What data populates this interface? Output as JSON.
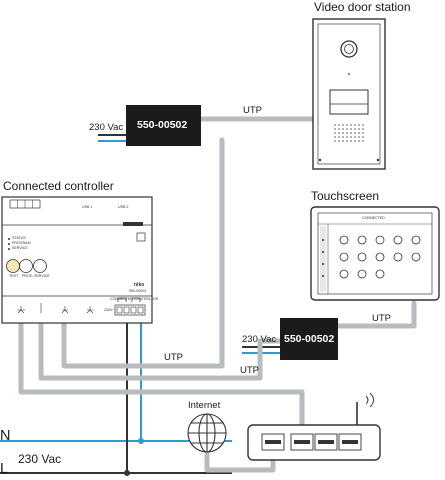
{
  "labels": {
    "video_door_station": "Video door station",
    "connected_controller": "Connected controller",
    "touchscreen": "Touchscreen",
    "internet": "Internet",
    "utp": "UTP",
    "vac_230": "230 Vac",
    "neutral": "N",
    "live": "L"
  },
  "psu": {
    "code": "550-00502"
  },
  "controller": {
    "header": "CONNECTED CONTROLLER",
    "usb1": "USB 1",
    "usb2": "USB 2",
    "leds": [
      "STATUS",
      "PROGRAM",
      "SERVICE"
    ],
    "buttons": [
      "TEST",
      "PROG",
      "SERVICE"
    ],
    "brand": "niko",
    "model": "550-00003",
    "voltage": "230V~"
  },
  "touchscreen": {
    "header": "CONNECTED"
  },
  "colors": {
    "cable": "#b9bcbe",
    "neutral": "#2f9ad0",
    "live": "#333333",
    "psu": "#1c1a1b"
  }
}
